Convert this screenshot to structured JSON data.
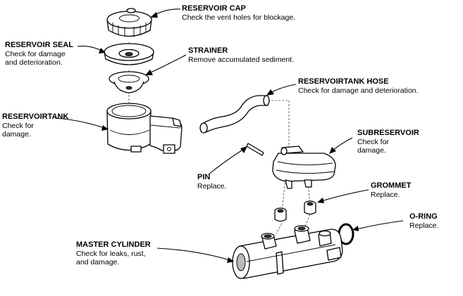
{
  "labels": {
    "reservoir_cap": {
      "title": "RESERVOIR CAP",
      "desc": "Check the vent holes for blockage."
    },
    "reservoir_seal": {
      "title": "RESERVOIR SEAL",
      "desc": "Check for damage\nand deterioration."
    },
    "strainer": {
      "title": "STRAINER",
      "desc": "Remove accumulated sediment."
    },
    "reservoir_tank": {
      "title": "RESERVOIRTANK",
      "desc": "Check for\ndamage."
    },
    "reservoir_tank_hose": {
      "title": "RESERVOIRTANK HOSE",
      "desc": "Check for damage and deterioration."
    },
    "subreservoir": {
      "title": "SUBRESERVOIR",
      "desc": "Check for\ndamage."
    },
    "pin": {
      "title": "PIN",
      "desc": "Replace."
    },
    "grommet": {
      "title": "GROMMET",
      "desc": "Replace."
    },
    "o_ring": {
      "title": "O-RING",
      "desc": "Replace."
    },
    "master_cylinder": {
      "title": "MASTER CYLINDER",
      "desc": "Check for leaks, rust,\nand damage."
    }
  }
}
